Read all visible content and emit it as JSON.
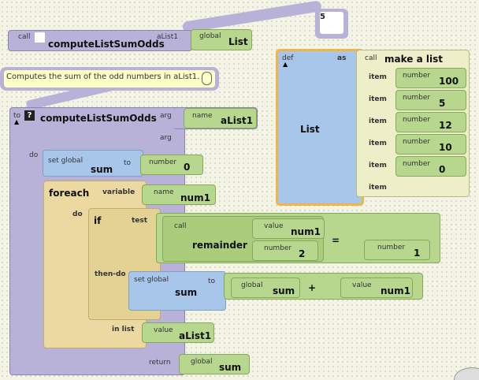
{
  "call_block": {
    "call_label": "call",
    "proc_name": "computeListSumOdds",
    "arg_name": "aList1",
    "arg_value": {
      "prefix": "global",
      "name": "List"
    },
    "count_bubble": "5"
  },
  "comment": {
    "text": "Computes the sum of the odd numbers in aList1."
  },
  "definition": {
    "to_label": "to",
    "help_icon": "question-mark-icon",
    "name": "computeListSumOdds",
    "arg_label_1": "arg",
    "arg_label_2": "arg",
    "arg_1": {
      "prefix": "name",
      "name": "aList1"
    },
    "do_label": "do",
    "set_global_label": "set global",
    "sum_label": "sum",
    "to_label_2": "to",
    "init": {
      "prefix": "number",
      "value": "0"
    },
    "foreach_label": "foreach",
    "variable_label": "variable",
    "variable": {
      "prefix": "name",
      "name": "num1"
    },
    "do_label_2": "do",
    "if_label": "if",
    "test_label": "test",
    "call_label": "call",
    "remainder_label": "remainder",
    "rem_value": {
      "prefix": "value",
      "name": "num1"
    },
    "rem_number": {
      "prefix": "number",
      "value": "2"
    },
    "equals_label": "=",
    "cmp_number": {
      "prefix": "number",
      "value": "1"
    },
    "then_do_label": "then-do",
    "set_global_2": "set global",
    "sum_label_2": "sum",
    "to_label_3": "to",
    "add_left": {
      "prefix": "global",
      "name": "sum"
    },
    "plus_label": "+",
    "add_right": {
      "prefix": "value",
      "name": "num1"
    },
    "in_list_label": "in list",
    "in_list": {
      "prefix": "value",
      "name": "aList1"
    },
    "return_label": "return",
    "return_value": {
      "prefix": "global",
      "name": "sum"
    }
  },
  "list_def": {
    "def_label": "def",
    "as_label": "as",
    "name": "List",
    "call_label": "call",
    "make_list_label": "make a list",
    "item_label": "item",
    "number_label": "number",
    "items": [
      "100",
      "5",
      "12",
      "10",
      "0"
    ]
  },
  "colors": {
    "procedure": "#b8b2d8",
    "variable": "#b7d68e",
    "control": "#ecd9a2",
    "definition": "#a7c6ea",
    "list": "#eeeec8",
    "comment": "#ffffc8"
  }
}
